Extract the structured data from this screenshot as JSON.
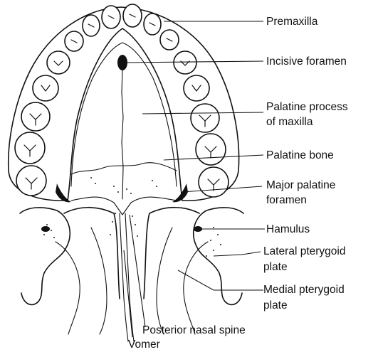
{
  "labels": {
    "premaxilla": "Premaxilla",
    "incisive_foramen": "Incisive foramen",
    "palatine_process_line1": "Palatine process",
    "palatine_process_line2": "of maxilla",
    "palatine_bone": "Palatine bone",
    "major_palatine_line1": "Major palatine",
    "major_palatine_line2": "foramen",
    "hamulus": "Hamulus",
    "lateral_pterygoid_line1": "Lateral pterygoid",
    "lateral_pterygoid_line2": "plate",
    "medial_pterygoid_line1": "Medial pterygoid",
    "medial_pterygoid_line2": "plate",
    "posterior_nasal_spine": "Posterior nasal spine",
    "vomer": "Vomer"
  }
}
